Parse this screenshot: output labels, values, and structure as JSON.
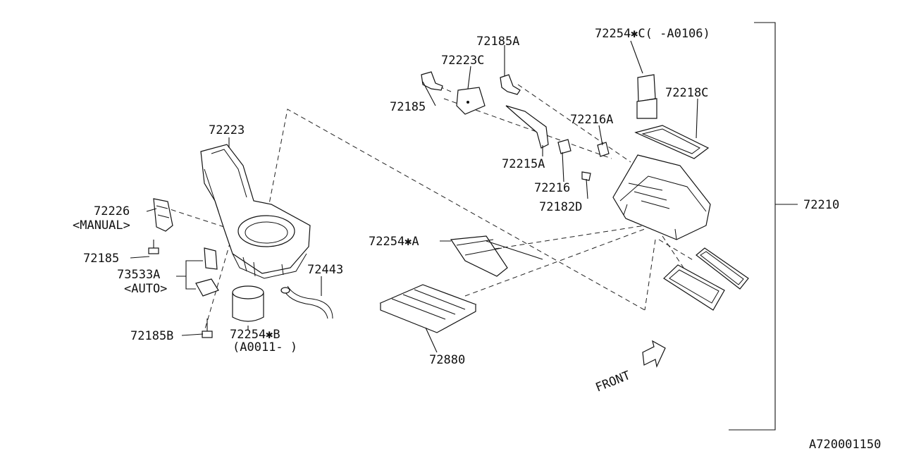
{
  "diagram": {
    "labels": {
      "p72185A": "72185A",
      "p72223C": "72223C",
      "p72185_top": "72185",
      "p72254C": "72254✱C(  -A0106)",
      "p72218C": "72218C",
      "p72216A": "72216A",
      "p72215A": "72215A",
      "p72216": "72216",
      "p72182D": "72182D",
      "p72223": "72223",
      "p72226": "72226",
      "p72226_note": "<MANUAL>",
      "p72185_left": "72185",
      "p73533A": "73533A",
      "p73533A_note": "<AUTO>",
      "p72443": "72443",
      "p72254A": "72254✱A",
      "p72210": "72210",
      "p72185B": "72185B",
      "p72254B": "72254✱B",
      "p72254B_note": "(A0011-  )",
      "p72880": "72880",
      "front": "FRONT",
      "diagram_id": "A720001150"
    }
  }
}
